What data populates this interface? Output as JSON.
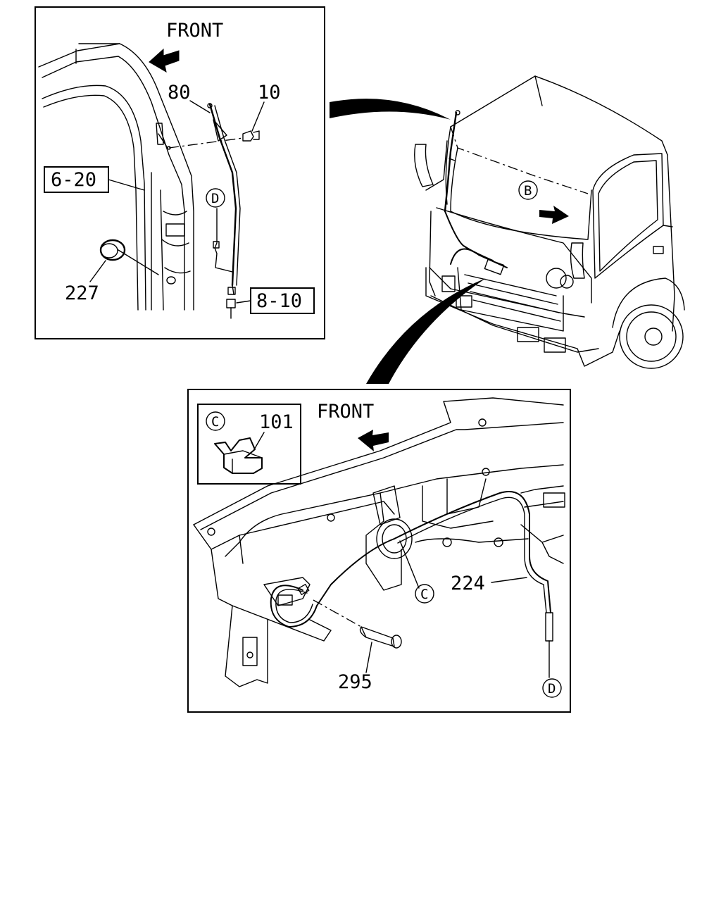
{
  "diagram": {
    "front_labels": [
      "FRONT",
      "FRONT"
    ],
    "part_numbers": {
      "p80": "80",
      "p10": "10",
      "p227": "227",
      "p101": "101",
      "p224": "224",
      "p295": "295"
    },
    "reference_boxes": {
      "ref_6_20": "6-20",
      "ref_8_10": "8-10"
    },
    "circle_markers": {
      "b": "B",
      "c_inset": "C",
      "c_callout": "C",
      "d_top": "D",
      "d_bottom": "D"
    }
  }
}
